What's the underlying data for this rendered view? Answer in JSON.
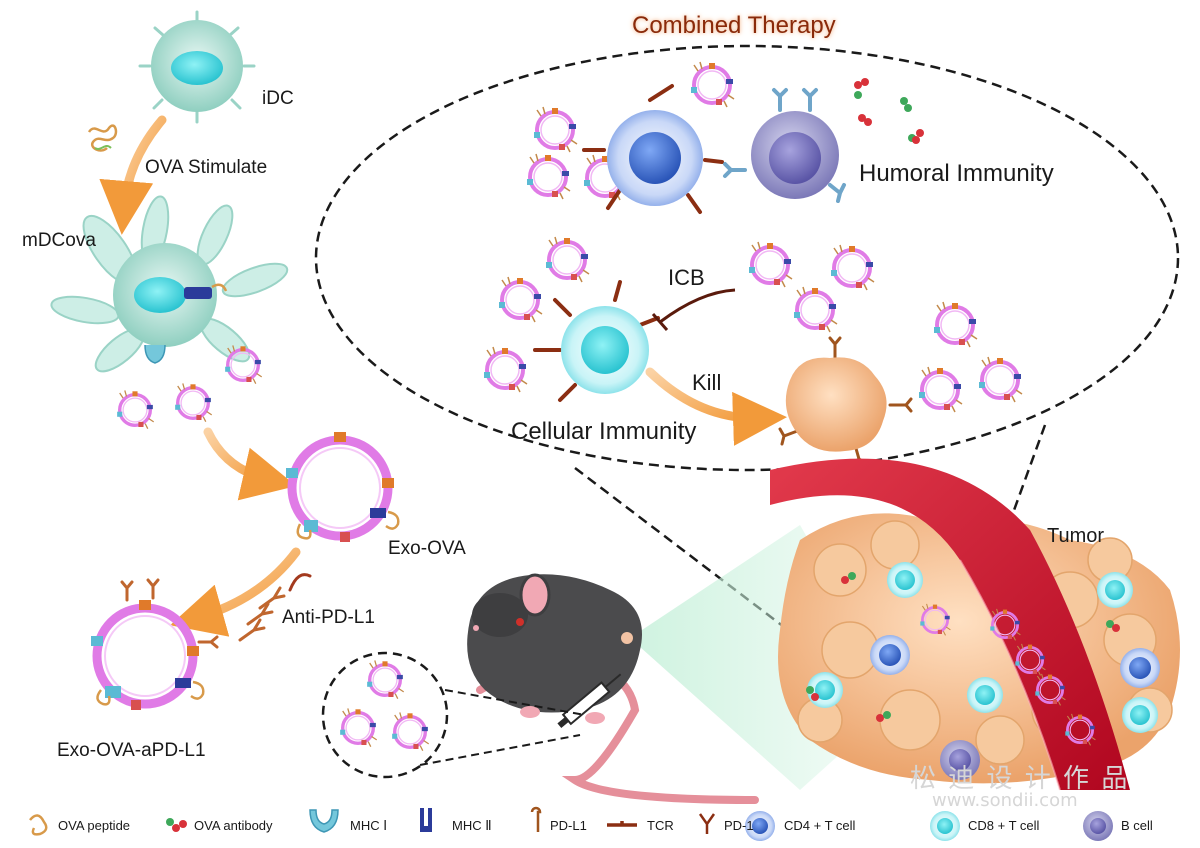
{
  "title": "Combined Therapy",
  "workflow": {
    "idc": "iDC",
    "stimulate": "OVA Stimulate",
    "mdc": "mDCova",
    "exo": "Exo-OVA",
    "anti": "Anti-PD-L1",
    "exo_apd": "Exo-OVA-aPD-L1"
  },
  "immunity": {
    "humoral": "Humoral Immunity",
    "cellular": "Cellular Immunity",
    "icb": "ICB",
    "kill": "Kill"
  },
  "tumor_label": "Tumor",
  "legend": [
    {
      "icon": "ova-peptide-icon",
      "label": "OVA peptide"
    },
    {
      "icon": "ova-antibody-icon",
      "label": "OVA antibody"
    },
    {
      "icon": "mhc1-icon",
      "label": "MHC Ⅰ"
    },
    {
      "icon": "mhc2-icon",
      "label": "MHC Ⅱ"
    },
    {
      "icon": "pdl1-icon",
      "label": "PD-L1"
    },
    {
      "icon": "tcr-icon",
      "label": "TCR"
    },
    {
      "icon": "pd1-icon",
      "label": "PD-1"
    },
    {
      "icon": "cd4-cell-icon",
      "label": "CD4 + T cell"
    },
    {
      "icon": "cd8-cell-icon",
      "label": "CD8 + T cell"
    },
    {
      "icon": "b-cell-icon",
      "label": "B cell"
    }
  ],
  "watermark": {
    "cn": "松 迪 设 计 作 品",
    "url": "www.sondii.com"
  },
  "colors": {
    "arrow": "#f29a3a",
    "vessel": "#c8102e",
    "tumor": "#f2b98a",
    "cd8": "#7fe3ec",
    "cd4": "#3f6fd1",
    "bcell": "#6f6fb0",
    "exosome": "#e07be6"
  }
}
